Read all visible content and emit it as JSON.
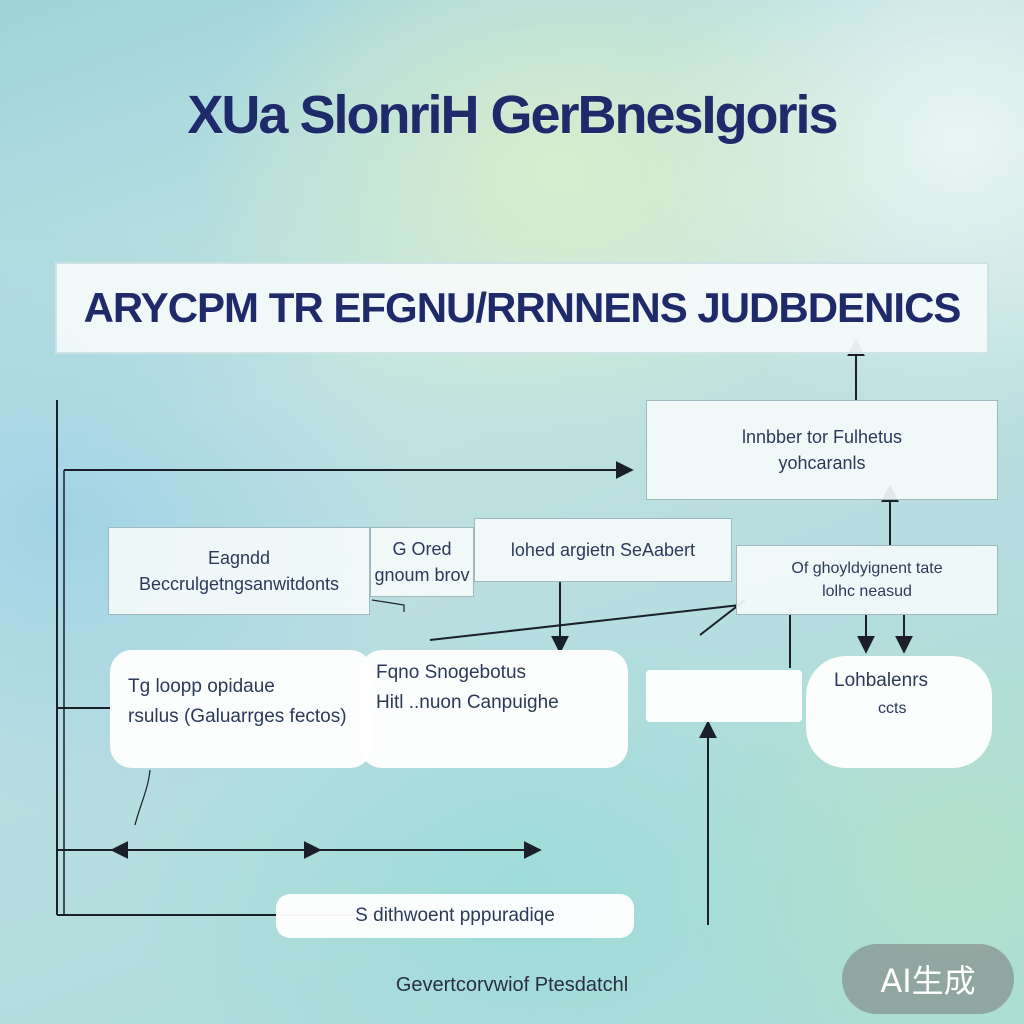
{
  "title": "XUa SlonriH GerBnesIgoris",
  "banner": "ARYCPM TR EFGNU/RRNNENS  JUDBDENICS",
  "boxes": {
    "right_top": [
      "lnnbber tor Fulhetus",
      "yohcaranls"
    ],
    "left_mid": [
      "Eagndd",
      "Beccrulgetngsanwitdonts"
    ],
    "small_mid": [
      "G  Ored",
      "gnoum brov"
    ],
    "center_mid": [
      "lohed argietn SeAabert"
    ],
    "right_mid": [
      "Of ghoyldyignent tate",
      "lolhc neasud"
    ]
  },
  "pills": {
    "left": [
      "Tg loopp opidaue",
      "rsulus (Galuarrges fectos)"
    ],
    "center": [
      "Fqno  Snogebotus",
      "Hitl ..nuon Canpuighe"
    ],
    "right": [
      "Lohbalenrs",
      "ccts"
    ],
    "bottom": "S dithwoent pppuradiqe",
    "blank": ""
  },
  "footer": "Gevertcorvwiof Ptesdatchl",
  "badge": "AI生成",
  "colors": {
    "title": "#1f2a6b",
    "line": "#1b1f2a",
    "box_fill": "#f4fafa"
  }
}
